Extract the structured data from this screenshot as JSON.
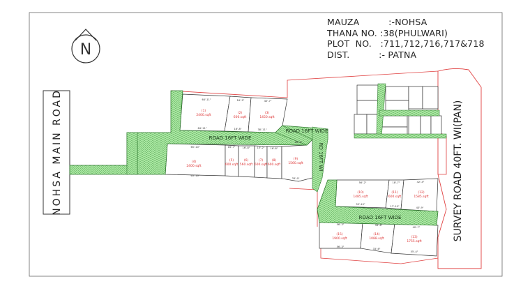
{
  "info": {
    "mauza": "MAUZA          :-NOHSA",
    "thana": "THANA NO. :38(PHULWARI)",
    "plot": "PLOT  NO.   :711,712,716,717&718",
    "dist": "DIST.          :- PATNA"
  },
  "north_label": "N",
  "main_road": "NOHSA MAIN ROAD",
  "survey_road": "SURVEY ROAD 40FT. WI(PAN)",
  "roads": {
    "upper": "ROAD 16FT WIDE",
    "upper_right": "ROAD 16FT WIDE",
    "vertical": "RD 16FT WI",
    "lower": "ROAD 16FT WIDE"
  },
  "plots": [
    {
      "no": "(1)",
      "area": "2400.sqft"
    },
    {
      "no": "(2)",
      "area": "600.sqft"
    },
    {
      "no": "(3)",
      "area": "1450.sqft"
    },
    {
      "no": "(4)",
      "area": "2400.sqft"
    },
    {
      "no": "(5)",
      "area": "600.sqft"
    },
    {
      "no": "(6)",
      "area": "560.sqft"
    },
    {
      "no": "(7)",
      "area": "600.sqft"
    },
    {
      "no": "(8)",
      "area": "600.sqft"
    },
    {
      "no": "(9)",
      "area": "1560.sqft"
    },
    {
      "no": "(10)",
      "area": "1485.sqft"
    },
    {
      "no": "(11)",
      "area": "600.sqft"
    },
    {
      "no": "(12)",
      "area": "1585.sqft"
    },
    {
      "no": "(13)",
      "area": "1755.sqft"
    },
    {
      "no": "(14)",
      "area": "1088.sqft"
    },
    {
      "no": "(15)",
      "area": "1900.sqft"
    }
  ],
  "dims": {
    "d1": "64'-11\"",
    "d2": "16'-2\"",
    "d3": "40'-7\"",
    "d4": "64'-11\"",
    "d5": "16'-8\"",
    "d6": "38'-11\"",
    "d7": "65'-10\"",
    "d8": "65'-10\"",
    "d9": "16'-7\"",
    "d10": "16'-8\"",
    "d11": "15'-2\"",
    "d12": "16'-8\"",
    "d13": "26'-4\"",
    "d14": "33'-9\"",
    "d15": "56'-2\"",
    "d16": "18'-7\"",
    "d17": "42'-4\"",
    "d18": "55'-10\"",
    "d19": "17'-10\"",
    "d20": "43'-9\"",
    "d21": "56'-3\"",
    "d22": "33'-6\"",
    "d23": "40'-7\"",
    "d24": "56'-3\"",
    "d25": "33'-6\"",
    "d26": "55'-4\""
  }
}
